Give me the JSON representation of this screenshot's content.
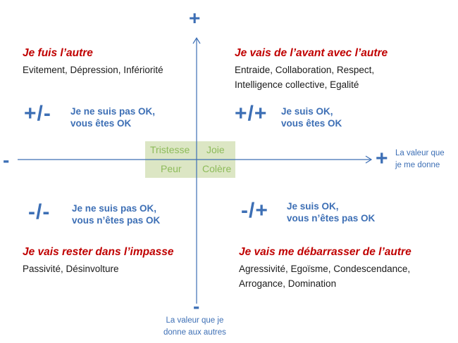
{
  "axes": {
    "vertical_top_sign": "+",
    "vertical_bottom_sign": "-",
    "horizontal_left_sign": "-",
    "horizontal_right_sign": "+",
    "horizontal_label": [
      "La valeur que",
      "je me donne"
    ],
    "vertical_label": [
      "La valeur que je",
      "donne aux autres"
    ]
  },
  "emotions": {
    "top_left": "Tristesse",
    "top_right": "Joie",
    "bottom_left": "Peur",
    "bottom_right": "Colère"
  },
  "quadrants": {
    "top_left": {
      "heading": "Je fuis l’autre",
      "items": [
        "Evitement, Dépression, Infériorité"
      ],
      "sign": "+/-",
      "status": [
        "Je ne suis pas OK,",
        "vous êtes OK"
      ]
    },
    "top_right": {
      "heading": "Je vais de l’avant avec l’autre",
      "items": [
        "Entraide, Collaboration, Respect,",
        "Intelligence collective, Egalité"
      ],
      "sign": "+/+",
      "status": [
        "Je suis OK,",
        "vous êtes OK"
      ]
    },
    "bottom_left": {
      "heading": "Je vais rester dans l’impasse",
      "items": [
        "Passivité, Désinvolture"
      ],
      "sign": "-/-",
      "status": [
        "Je ne suis pas OK,",
        "vous n’êtes pas OK"
      ]
    },
    "bottom_right": {
      "heading": "Je vais me débarrasser de l’autre",
      "items": [
        "Agressivité, Egoïsme, Condescendance,",
        "Arrogance, Domination"
      ],
      "sign": "-/+",
      "status": [
        "Je suis OK,",
        "vous n’êtes pas OK"
      ]
    }
  },
  "colors": {
    "axis": "#3d6fb5",
    "heading": "#c00000",
    "emotion_text": "#8dbb5a",
    "emotion_box": "#dce6c4"
  }
}
